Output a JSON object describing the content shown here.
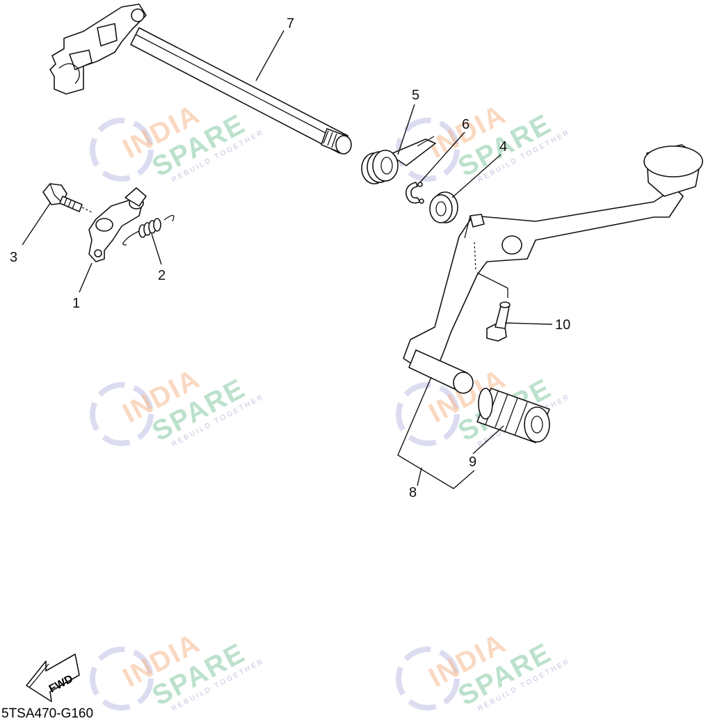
{
  "diagram": {
    "callouts": [
      {
        "id": "c1",
        "text": "1"
      },
      {
        "id": "c2",
        "text": "2"
      },
      {
        "id": "c3",
        "text": "3"
      },
      {
        "id": "c4",
        "text": "4"
      },
      {
        "id": "c5",
        "text": "5"
      },
      {
        "id": "c6",
        "text": "6"
      },
      {
        "id": "c7",
        "text": "7"
      },
      {
        "id": "c8",
        "text": "8"
      },
      {
        "id": "c9",
        "text": "9"
      },
      {
        "id": "c10",
        "text": "10"
      }
    ],
    "fwd_label": "FWD",
    "drawing_code": "5TSA470-G160"
  },
  "watermark": {
    "line1": "INDIA",
    "line2": "SPARE",
    "tagline": "REBUILD TOGETHER",
    "colors": {
      "india": "#f6b98f",
      "spare": "#86c9a3",
      "icon": "#b9b9e3"
    }
  }
}
